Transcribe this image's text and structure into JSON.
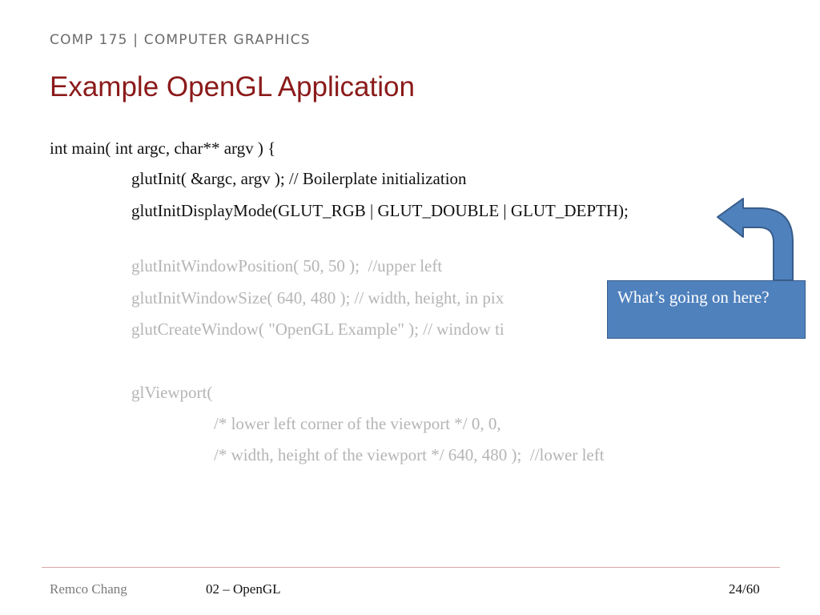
{
  "header": {
    "course": "COMP 175 | COMPUTER GRAPHICS",
    "title": "Example OpenGL Application"
  },
  "code": {
    "main": "int main( int argc, char** argv ) {",
    "glut_init": "glutInit( &argc, argv ); // Boilerplate initialization",
    "display_mode": "glutInitDisplayMode(GLUT_RGB | GLUT_DOUBLE | GLUT_DEPTH);",
    "window_position": "glutInitWindowPosition( 50, 50 );  //upper left",
    "window_size": "glutInitWindowSize( 640, 480 ); // width, height, in pix",
    "create_window": "glutCreateWindow( \"OpenGL Example\" ); // window ti",
    "viewport": "glViewport(",
    "viewport_corner": "/* lower left corner of the viewport */ 0, 0,",
    "viewport_size": "/* width, height of the viewport */ 640, 480 );  //lower left"
  },
  "callout": {
    "text": "What’s going on here?",
    "fill_color": "#4f81bd"
  },
  "footer": {
    "author": "Remco Chang",
    "lecture": "02 – OpenGL",
    "page": "24/60"
  },
  "colors": {
    "title": "#8b1a1a",
    "highlighted_code": "#111111",
    "dimmed_code": "#b5b5b5"
  }
}
